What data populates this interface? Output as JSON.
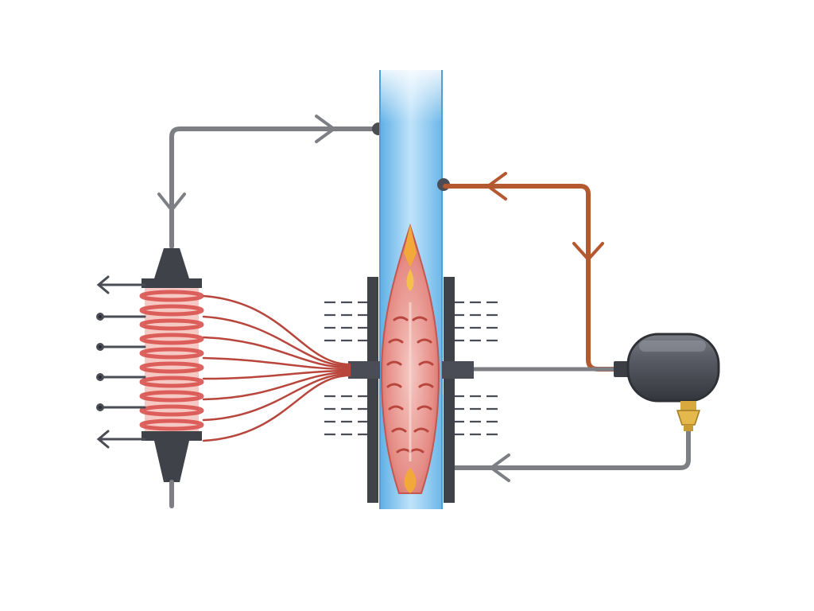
{
  "diagram": {
    "components": [
      {
        "id": "column",
        "kind": "vertical-tube"
      },
      {
        "id": "heater",
        "kind": "heating-chamber"
      },
      {
        "id": "exchanger",
        "kind": "coil-heat-exchanger"
      },
      {
        "id": "tank",
        "kind": "pressure-vessel"
      }
    ],
    "flows": [
      {
        "id": "gray-loop-top",
        "from": "exchanger",
        "to": "column",
        "color": "#7d7f84"
      },
      {
        "id": "orange-loop",
        "from": "column",
        "to": "tank",
        "color": "#b4582f"
      },
      {
        "id": "gray-return",
        "from": "tank",
        "to": "heater",
        "color": "#7d7f84"
      },
      {
        "id": "heat-lines",
        "from": "heater",
        "to": "exchanger",
        "color": "#b8463c"
      }
    ],
    "colors": {
      "column": "#8ec8ef",
      "steel": "#4a4d55",
      "pipe": "#7d7f84",
      "hot_pipe": "#b4582f",
      "flame": "#f2a93a",
      "heat": "#e98b86"
    }
  }
}
